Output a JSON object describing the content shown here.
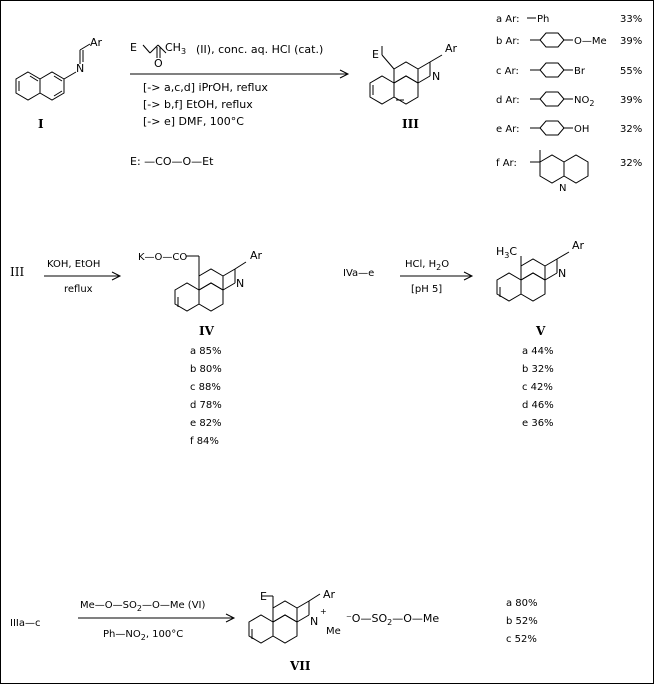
{
  "panel1": {
    "reactant_label": "I",
    "reactant_ar": "Ar",
    "reactant_n": "N",
    "reagent_E": "E",
    "reagent_CH": "CH",
    "reagent_3": "3",
    "reagent_O": "O",
    "reagent_cond": "(II), conc. aq. HCl (cat.)",
    "cond1": "[-> a,c,d]  iPrOH, reflux",
    "cond2": "[-> b,f]  EtOH, reflux",
    "cond3": "[-> e]  DMF, 100°C",
    "E_def": "E:  —CO—O—Et",
    "product_label": "III",
    "product_E": "E",
    "product_ar": "Ar",
    "product_n": "N",
    "ar_table": [
      {
        "k": "a Ar:",
        "sub": "Ph",
        "pct": "33%"
      },
      {
        "k": "b Ar:",
        "sub": "O—Me",
        "pct": "39%"
      },
      {
        "k": "c Ar:",
        "sub": "Br",
        "pct": "55%"
      },
      {
        "k": "d Ar:",
        "sub": "NO",
        "sub2": "2",
        "pct": "39%"
      },
      {
        "k": "e Ar:",
        "sub": "OH",
        "pct": "32%"
      },
      {
        "k": "f Ar:",
        "sub": "N",
        "pct": "32%"
      }
    ]
  },
  "panel2": {
    "start": "III",
    "reagent_top": "KOH, EtOH",
    "reagent_bot": "reflux",
    "prod_K": "K—O—CO",
    "prod_ar": "Ar",
    "prod_n": "N",
    "label": "IV",
    "yields": [
      "a 85%",
      "b 80%",
      "c 88%",
      "d 78%",
      "e 82%",
      "f 84%"
    ]
  },
  "panel3": {
    "start": "IVa—e",
    "reagent_top": "HCl, H",
    "reagent_top_sub": "2",
    "reagent_top_tail": "O",
    "reagent_bot": "[pH 5]",
    "prod_H": "H",
    "prod_3": "3",
    "prod_C": "C",
    "prod_ar": "Ar",
    "prod_n": "N",
    "label": "V",
    "yields": [
      "a 44%",
      "b 32%",
      "c 42%",
      "d 46%",
      "e 36%"
    ]
  },
  "panel4": {
    "start": "IIIa—c",
    "reagent_top": "Me—O—SO",
    "reagent_top_sub": "2",
    "reagent_top_tail": "—O—Me   (VI)",
    "reagent_bot": "Ph—NO",
    "reagent_bot_sub": "2",
    "reagent_bot_tail": ", 100°C",
    "prod_E": "E",
    "prod_ar": "Ar",
    "prod_n": "N",
    "prod_plus": "+",
    "prod_me": "Me",
    "anion": "⁻O—SO",
    "anion_sub": "2",
    "anion_tail": "—O—Me",
    "label": "VII",
    "yields": [
      "a 80%",
      "b 52%",
      "c 52%"
    ]
  }
}
